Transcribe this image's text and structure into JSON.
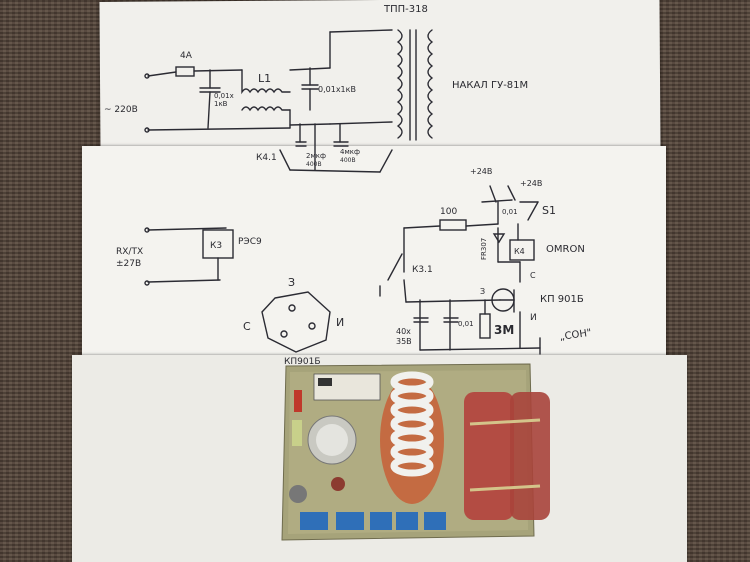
{
  "schematic": {
    "transformer_label": "ТПП-318",
    "fuse_label": "4А",
    "mains_label": "~ 220В",
    "choke_label": "L1",
    "cap1_label": "0,01х",
    "cap1_label2": "1кВ",
    "cap2_label": "0,01х1кВ",
    "cap3_label": "2мкф",
    "cap3_label2": "400В",
    "cap4_label": "4мкф",
    "cap4_label2": "400В",
    "relay_contact_label": "К4.1",
    "filament_label": "НАКАЛ ГУ-81М",
    "relay_k3_label": "К3",
    "relay_type_label": "РЭС9",
    "rxtx_label": "RX/TX",
    "rxtx_voltage": "±27В",
    "supply_label": "+24В",
    "supply_label2": "+24В",
    "resistor_label": "100",
    "cap5_label": "0,01",
    "switch_label": "S1",
    "diode_label": "FR307",
    "relay_k4_label": "К4",
    "omron_label": "OMRON",
    "c_label": "С",
    "k31_label": "К3.1",
    "z_label": "З",
    "transistor_label": "КП 901Б",
    "cap6_label": "40х",
    "cap6_label2": "35В",
    "cap7_label": "0,01",
    "resistor2_label": "3М",
    "i_label": "И",
    "son_label": "„СОН\"",
    "pinout_z": "З",
    "pinout_c": "С",
    "pinout_i": "И",
    "pinout_label": "КП901Б"
  }
}
